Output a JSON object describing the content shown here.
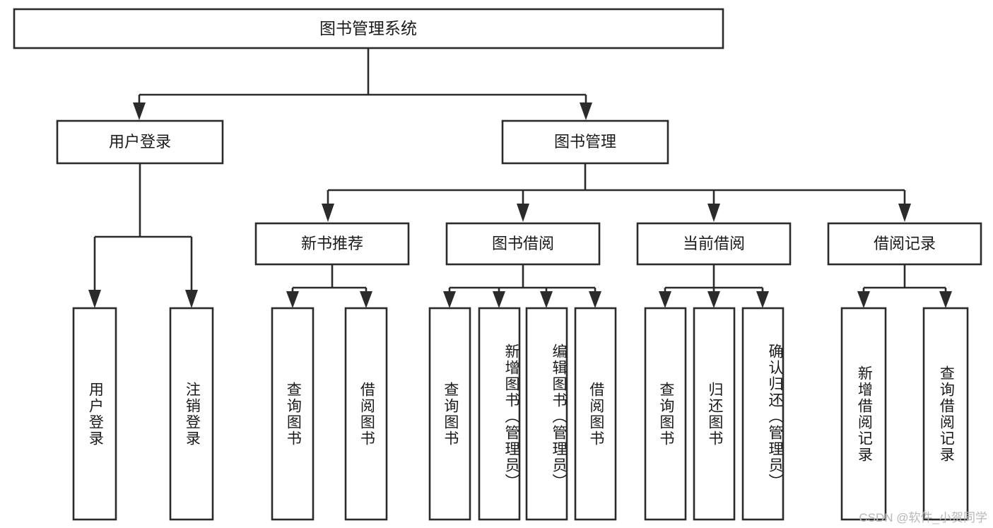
{
  "diagram": {
    "title": "图书管理系统",
    "type": "hierarchy-tree",
    "watermark": "CSDN @软件_小贺同学",
    "colors": {
      "stroke": "#2b2b2b",
      "fill": "#ffffff",
      "text": "#1a1a1a",
      "watermark": "#b8b8b8",
      "background": "#ffffff"
    },
    "root": {
      "label": "图书管理系统"
    },
    "level2": [
      {
        "label": "用户登录"
      },
      {
        "label": "图书管理"
      }
    ],
    "level3": [
      {
        "label": "新书推荐"
      },
      {
        "label": "图书借阅"
      },
      {
        "label": "当前借阅"
      },
      {
        "label": "借阅记录"
      }
    ],
    "leaves": {
      "user_login": [
        {
          "label": "用户登录"
        },
        {
          "label": "注销登录"
        }
      ],
      "new_book_recommend": [
        {
          "label": "查询图书"
        },
        {
          "label": "借阅图书"
        }
      ],
      "book_borrow": [
        {
          "label": "查询图书"
        },
        {
          "label": "新增图书（管理员）"
        },
        {
          "label": "编辑图书（管理员）"
        },
        {
          "label": "借阅图书"
        }
      ],
      "current_borrow": [
        {
          "label": "查询图书"
        },
        {
          "label": "归还图书"
        },
        {
          "label": "确认归还（管理员）"
        }
      ],
      "borrow_record": [
        {
          "label": "新增借阅记录"
        },
        {
          "label": "查询借阅记录"
        }
      ]
    }
  }
}
